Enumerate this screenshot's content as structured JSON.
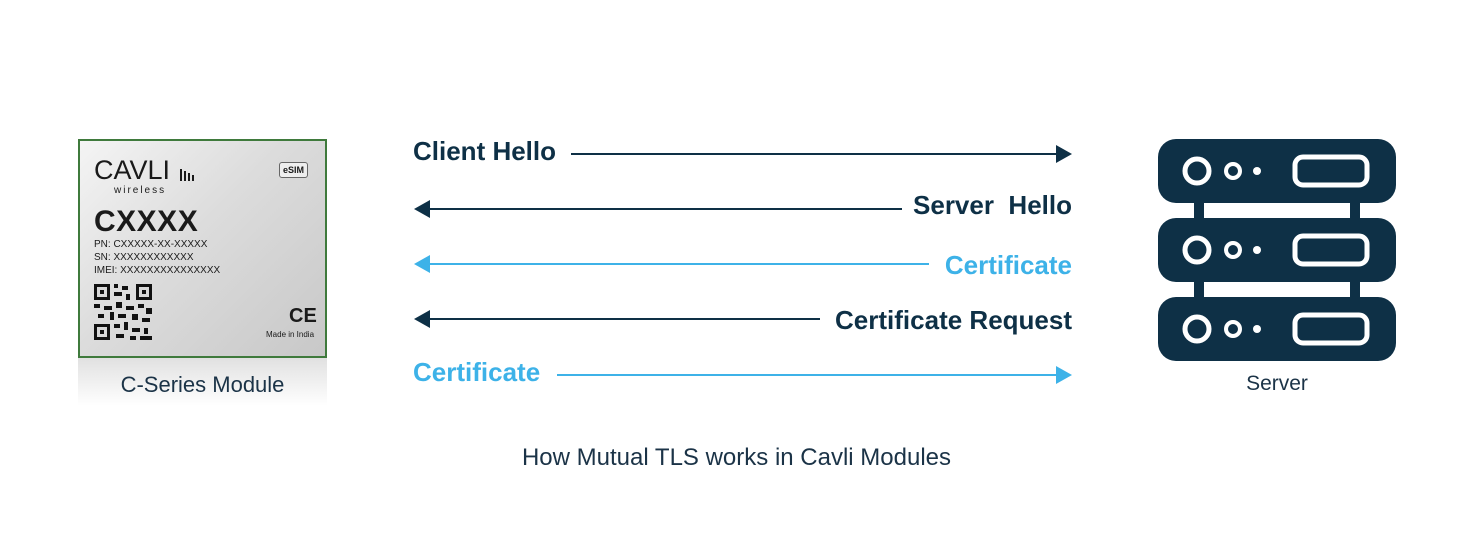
{
  "module": {
    "brand": "CAVLI",
    "brand_sub": "wireless",
    "esim_badge": "eSIM",
    "model": "CXXXX",
    "pn": "PN: CXXXXX-XX-XXXXX",
    "sn": "SN: XXXXXXXXXXXX",
    "imei": "IMEI: XXXXXXXXXXXXXXX",
    "ce_mark": "CE",
    "made_in": "Made in India",
    "caption": "C-Series Module"
  },
  "messages": [
    {
      "label": "Client Hello",
      "direction": "to-server",
      "color": "#0e3046"
    },
    {
      "label": "Server  Hello",
      "direction": "to-client",
      "color": "#0e3046"
    },
    {
      "label": "Certificate",
      "direction": "to-client",
      "color": "#3db2e8"
    },
    {
      "label": "Certificate Request",
      "direction": "to-client",
      "color": "#0e3046"
    },
    {
      "label": "Certificate",
      "direction": "to-server",
      "color": "#3db2e8"
    }
  ],
  "server": {
    "icon": "server-rack-icon",
    "caption": "Server",
    "color": "#0e3046"
  },
  "caption": "How Mutual TLS works in Cavli Modules"
}
